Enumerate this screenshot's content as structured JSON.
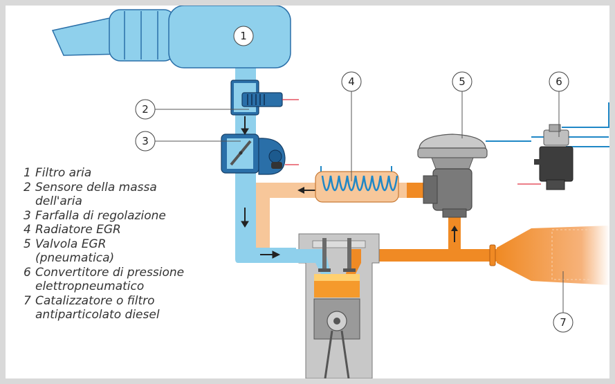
{
  "colors": {
    "fresh_air": "#8fd0ec",
    "exhaust": "#f08a24",
    "egr_cooled": "#f7c79a",
    "component": "#2a6fa8",
    "engine_gray": "#b8b8b8",
    "coolant_blue": "#1f87c6",
    "background": "#d9d9d9"
  },
  "callouts": [
    {
      "number": "1"
    },
    {
      "number": "2"
    },
    {
      "number": "3"
    },
    {
      "number": "4"
    },
    {
      "number": "5"
    },
    {
      "number": "6"
    },
    {
      "number": "7"
    }
  ],
  "legend": [
    {
      "number": "1",
      "text": "Filtro aria"
    },
    {
      "number": "2",
      "text": "Sensore della massa\ndell'aria"
    },
    {
      "number": "3",
      "text": "Farfalla di regolazione"
    },
    {
      "number": "4",
      "text": "Radiatore EGR"
    },
    {
      "number": "5",
      "text": "Valvola EGR\n(pneumatica)"
    },
    {
      "number": "6",
      "text": "Convertitore di pressione\nelettropneumatico"
    },
    {
      "number": "7",
      "text": "Catalizzatore o filtro\nantiparticolato diesel"
    }
  ]
}
